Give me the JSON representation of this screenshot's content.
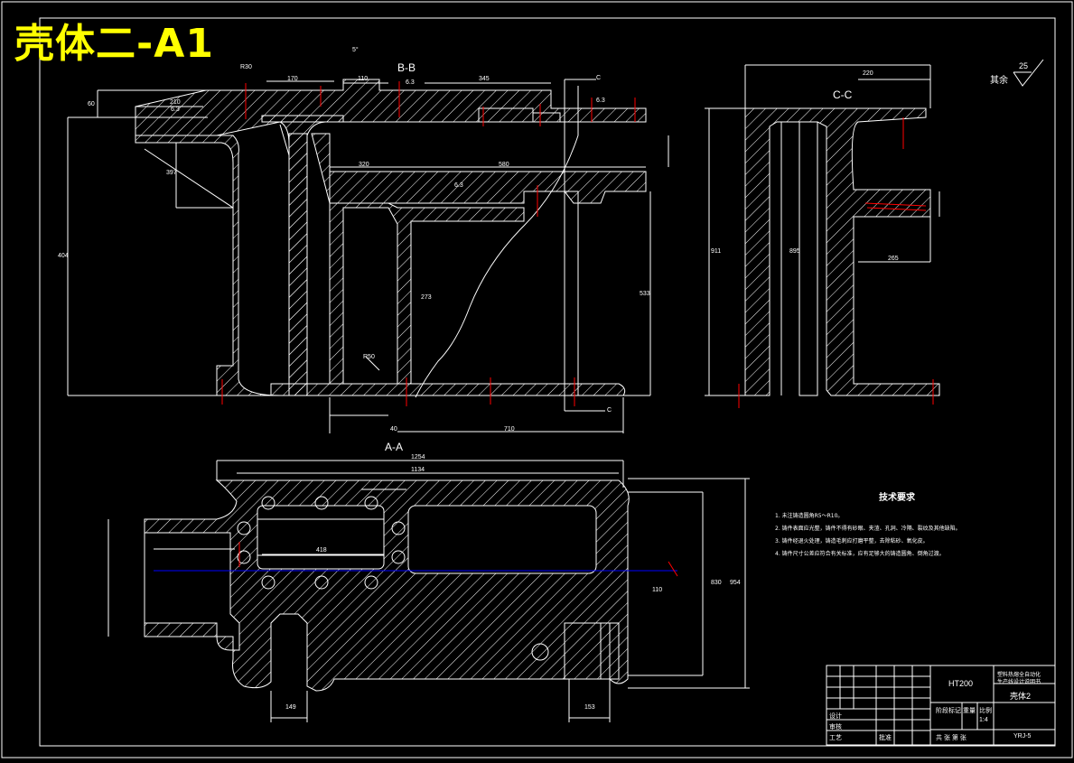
{
  "drawing": {
    "title": "壳体二-A1",
    "colors": {
      "background": "#000000",
      "outline": "#ffffff",
      "title": "#ffff00",
      "centerline": "#0000ff",
      "axis_marks": "#ff0000"
    }
  },
  "views": {
    "bb_label": "B-B",
    "cc_label": "C-C",
    "aa_label": "A-A",
    "roughness_rest_label": "其余",
    "roughness_rest_value": "25"
  },
  "dimensions": {
    "d_r30": "R30",
    "d_170": "170",
    "d_110": "110",
    "d_345": "345",
    "d_220": "220",
    "d_210": "210",
    "d_60": "60",
    "d_397": "397",
    "d_404": "404",
    "d_320": "320",
    "d_580": "580",
    "d_533": "533",
    "d_710": "710",
    "d_40": "40",
    "d_273": "273",
    "d_911": "911",
    "d_895": "895",
    "d_265": "265",
    "d_1254": "1254",
    "d_1134": "1134",
    "d_418": "418",
    "d_149": "149",
    "d_153": "153",
    "d_830": "830",
    "d_954": "954",
    "d_110b": "110",
    "d_r50": "R50",
    "d_63a": "6.3",
    "d_63b": "6.3",
    "d_63c": "6.3",
    "d_63d": "6.3",
    "d_5deg": "5°",
    "d_c1": "C",
    "d_c2": "C"
  },
  "tech_requirements": {
    "title": "技术要求",
    "items": [
      "1. 未注铸造圆角R5～R10。",
      "2. 铸件表面应光整，铸件不得有砂眼、夹渣、孔洞、冷隔、裂纹及其他缺陷。",
      "3. 铸件经退火处理，铸造毛刺应打磨平整，去除粘砂、氧化皮。",
      "4. 铸件尺寸公差应符合有关标准，应有足够大的铸造圆角、倒角过渡。"
    ]
  },
  "title_block": {
    "material": "HT200",
    "name": "壳体2",
    "scale": "1:4",
    "drawing_no": "YRJ-5",
    "org_line1": "塑料热熔全自动化",
    "org_line2": "生产线设计说明书",
    "design_label": "设计",
    "check_label": "审核",
    "process_label": "工艺",
    "approve_label": "批准",
    "stage_label": "阶段标记",
    "weight_label": "重量",
    "scale_label": "比例",
    "sheet_label": "共 张  第 张"
  }
}
